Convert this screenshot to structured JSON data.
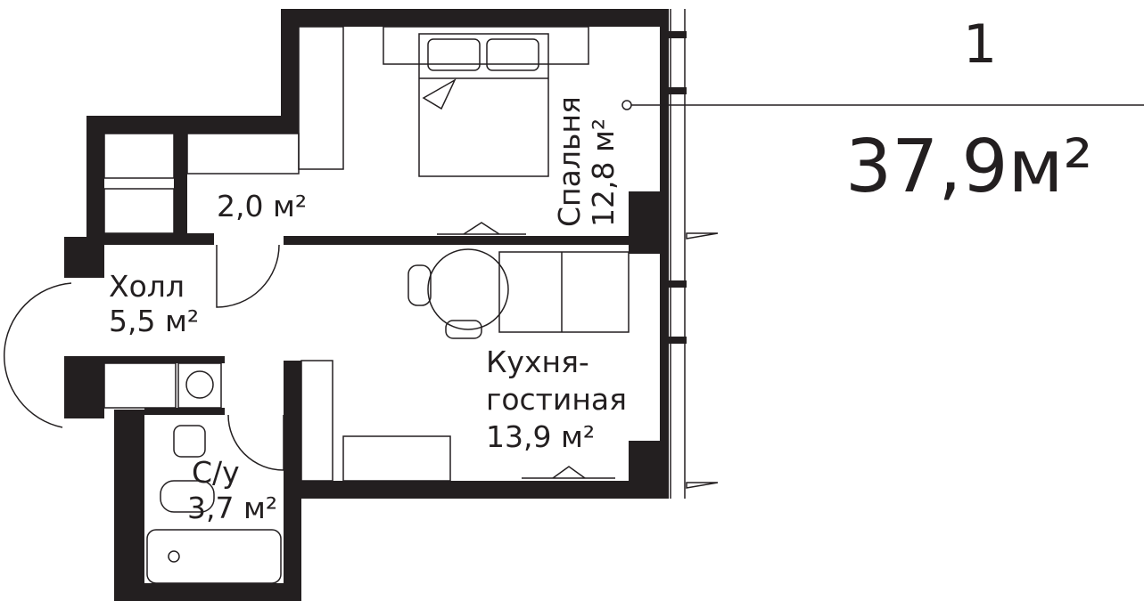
{
  "plan": {
    "apartment_number": "1",
    "total_area": "37,9м²",
    "rooms": {
      "bedroom": {
        "name": "Спальня",
        "area": "12,8 м²"
      },
      "wardrobe": {
        "area": "2,0 м²"
      },
      "hall": {
        "name": "Холл",
        "area": "5,5 м²"
      },
      "kitchen": {
        "name_line1": "Кухня-",
        "name_line2": "гостиная",
        "area": "13,9 м²"
      },
      "bathroom": {
        "name": "С/у",
        "area": "3,7 м²"
      }
    }
  }
}
